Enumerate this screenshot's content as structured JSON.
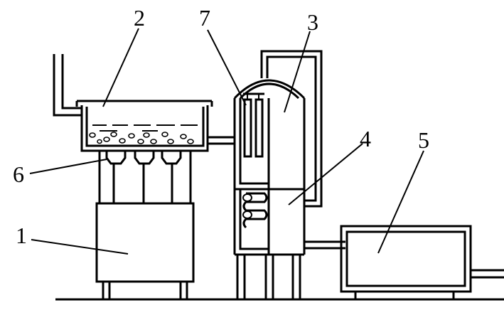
{
  "diagram": {
    "labels": {
      "one": "1",
      "two": "2",
      "three": "3",
      "four": "4",
      "five": "5",
      "six": "6",
      "seven": "7"
    }
  }
}
